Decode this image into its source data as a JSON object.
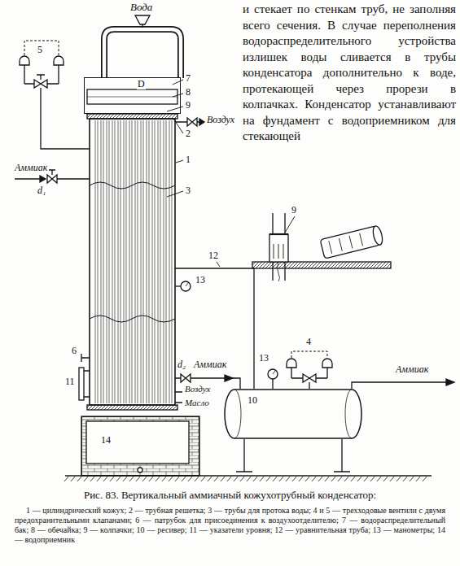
{
  "diagram": {
    "caption": "Рис. 83. Вертикальный аммиачный кожухотрубный конденсатор:",
    "nodes": [
      {
        "text": [
          "D"
        ]
      },
      {
        "text": [
          "10"
        ]
      },
      {
        "text": [
          "14"
        ]
      }
    ],
    "labels": [
      "и стекает по стенкам труб, не заполняя всего сечения. В случае переполнения водораспределительного устройства излишек воды сливается в трубы конденсатора дополнительно к воде, протекающей через прорези в колпачках. Конденсатор устанавливают на фундамент с водоприемником для стекающей",
      "Вода",
      "5",
      "7",
      "8",
      "9",
      "Воздух",
      "2",
      "Аммиак",
      "d₁",
      "1",
      "3",
      "9",
      "12",
      "13",
      "6",
      "11",
      "d₂",
      "Аммиак",
      "Воздух",
      "Масло",
      "4",
      "13",
      "Аммиак",
      "1 — цилиндрический кожух; 2 — трубная решетка; 3 — трубы для протока воды; 4 и 5 — трехходовые вентили с двумя предохранительными клапанами; 6 — патрубок для присоединения к воздухоотделителю; 7 — водораспределительный бак; 8 — обечайка; 9 — колпачки; 10 — ресивер; 11 — указатели уровня; 12 — уравнительная труба; 13 — манометры; 14 — водоприемник"
    ]
  }
}
